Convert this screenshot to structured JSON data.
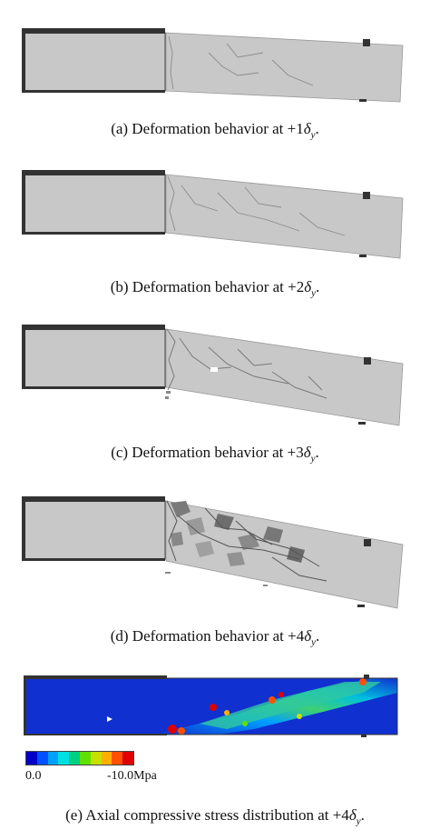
{
  "panels": [
    {
      "caption_prefix": "(a) Deformation behavior at +1",
      "level": 1
    },
    {
      "caption_prefix": "(b) Deformation behavior at +2",
      "level": 2
    },
    {
      "caption_prefix": "(c) Deformation behavior at +3",
      "level": 3
    },
    {
      "caption_prefix": "(d) Deformation behavior at +4",
      "level": 4
    }
  ],
  "stress_panel": {
    "caption_prefix": "(e) Axial compressive stress distribution at +4",
    "legend": {
      "min_label": "0.0",
      "max_label": "-10.0Mpa",
      "colors": [
        "#0000c8",
        "#0050ff",
        "#00a0ff",
        "#00e0e0",
        "#00d080",
        "#60e000",
        "#c8e000",
        "#ffb000",
        "#ff5000",
        "#e00000"
      ]
    }
  },
  "symbols": {
    "delta": "δ",
    "sub": "y",
    "period": "."
  },
  "colors": {
    "concrete": "#c8c8c8",
    "steel": "#333333",
    "crack": "#8c8c8c",
    "field_base": "#1030d0"
  }
}
